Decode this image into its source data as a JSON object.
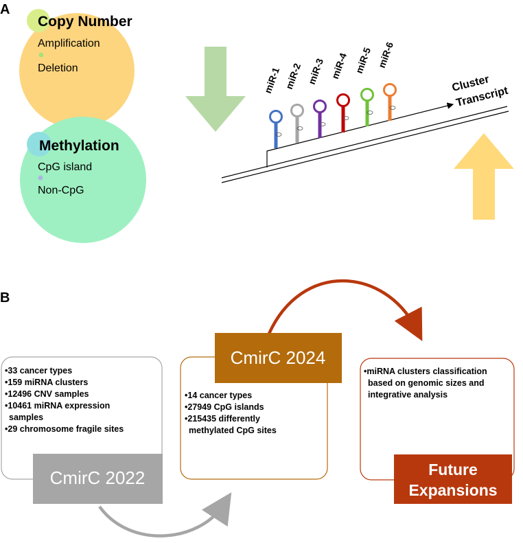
{
  "panel_a": {
    "label": "A",
    "copy_number": {
      "title": "Copy Number",
      "items": [
        "Amplification",
        "Deletion"
      ]
    },
    "methylation": {
      "title": "Methylation",
      "items": [
        "CpG island",
        "Non-CpG"
      ]
    },
    "mirnas": [
      {
        "label": "miR-1",
        "color": "#4472c4"
      },
      {
        "label": "miR-2",
        "color": "#a6a6a6"
      },
      {
        "label": "miR-3",
        "color": "#7030a0"
      },
      {
        "label": "miR-4",
        "color": "#c00000"
      },
      {
        "label": "miR-5",
        "color": "#70c13a"
      },
      {
        "label": "miR-6",
        "color": "#ed7d31"
      }
    ],
    "transcript_label_1": "Cluster",
    "transcript_label_2": "Transcript"
  },
  "panel_b": {
    "label": "B",
    "cmirc_2022": {
      "title": "CmirC 2022",
      "bullets": [
        "33 cancer types",
        "159 miRNA clusters",
        "12496 CNV samples",
        "10461 miRNA expression",
        "samples",
        "29 chromosome fragile sites"
      ]
    },
    "cmirc_2024": {
      "title": "CmirC 2024",
      "bullets": [
        "14 cancer types",
        "27949 CpG islands",
        "215435 differently",
        "methylated CpG sites"
      ]
    },
    "future": {
      "title_line1": "Future",
      "title_line2": "Expansions",
      "bullets": [
        "miRNA clusters classification",
        "based on genomic sizes and",
        "integrative analysis"
      ]
    }
  },
  "colors": {
    "copy_number_bubble": "#fdd57e",
    "copy_number_small": "#d9ee8a",
    "deletion_dot": "#a8e07a",
    "methylation_bubble": "#9ef0c2",
    "methylation_small": "#8fdfe0",
    "nonpcg_dot": "#a8b8e0",
    "arrow_green": "#b7d9a6",
    "arrow_yellow": "#ffd97a",
    "gray_box": "#a6a6a6",
    "brown_box": "#b36b0c",
    "red_box": "#b8380d",
    "curve_red": "#b8380d",
    "curve_gray": "#a6a6a6"
  }
}
